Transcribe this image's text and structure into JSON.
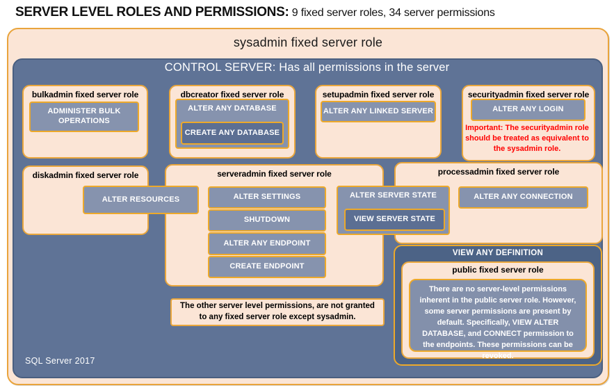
{
  "header": {
    "title_bold": "SERVER LEVEL ROLES AND PERMISSIONS:",
    "title_rest": " 9 fixed server roles, 34 server permissions"
  },
  "sysadmin_box": {
    "title": "sysadmin fixed server role"
  },
  "control_box": {
    "title": "CONTROL SERVER: Has all permissions in the server"
  },
  "roles": {
    "bulkadmin": {
      "title": "bulkadmin fixed server role",
      "perm": "ADMINISTER BULK OPERATIONS"
    },
    "dbcreator": {
      "title": "dbcreator fixed server role",
      "perm_outer": "ALTER ANY DATABASE",
      "perm_nested": "CREATE ANY DATABASE"
    },
    "setupadmin": {
      "title": "setupadmin fixed server role",
      "perm": "ALTER ANY LINKED SERVER"
    },
    "securityadmin": {
      "title": "securityadmin fixed server role",
      "perm": "ALTER ANY LOGIN",
      "warning": "Important: The securityadmin role should be treated as equivalent to the sysadmin role."
    },
    "diskadmin": {
      "title": "diskadmin fixed server role",
      "perm": "ALTER RESOURCES"
    },
    "serveradmin": {
      "title": "serveradmin fixed server role",
      "perms": [
        "ALTER SETTINGS",
        "SHUTDOWN",
        "ALTER ANY ENDPOINT",
        "CREATE ENDPOINT"
      ],
      "perm_outer": "ALTER SERVER STATE",
      "perm_nested": "VIEW SERVER STATE"
    },
    "processadmin": {
      "title": "processadmin fixed server role",
      "perm": "ALTER ANY CONNECTION"
    },
    "public": {
      "banner": "VIEW ANY DEFINITION",
      "title": "public fixed server role",
      "description": "There are no server-level permissions inherent in the public server role. However, some server permissions are present by default. Specifically, VIEW ALTER DATABASE, and CONNECT permission to the endpoints. These permissions can be revoked."
    }
  },
  "note": "The other server level permissions, are not granted to any fixed server role except sysadmin.",
  "footer": "SQL Server 2017",
  "colors": {
    "peach": "#FBE5D6",
    "orange_border": "#E9A43C",
    "gold_border": "#EDA92A",
    "slate_background": "#5F7396",
    "slate_dark": "#4C6386",
    "permission_fill": "#8693AE",
    "nested_permission_fill": "#5C6F93",
    "warning_red": "#FF0000"
  }
}
